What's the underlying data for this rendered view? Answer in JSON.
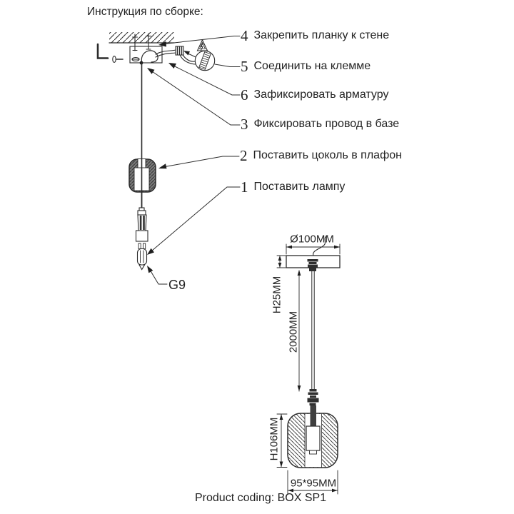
{
  "title": "Инструкция по сборке:",
  "callouts": [
    {
      "number": "4",
      "text": "Закрепить планку к стене"
    },
    {
      "number": "5",
      "text": "Соединить на клемме"
    },
    {
      "number": "6",
      "text": "Зафиксировать арматуру"
    },
    {
      "number": "3",
      "text": "Фиксировать провод в базе"
    },
    {
      "number": "2",
      "text": "Поставить цоколь в плафон"
    },
    {
      "number": "1",
      "text": "Поставить лампу"
    }
  ],
  "socket_label": "G9",
  "dimensions": {
    "canopy_diameter": "Ø100MM",
    "canopy_height": "H25MM",
    "cable_length": "2000MM",
    "shade_height": "H106MM",
    "shade_footprint": "95*95MM"
  },
  "footer": {
    "product_coding": "Product coding: BOX SP1"
  },
  "colors": {
    "line": "#2b2b2b",
    "shade_fill": "#7a7a7a",
    "background": "#ffffff"
  }
}
